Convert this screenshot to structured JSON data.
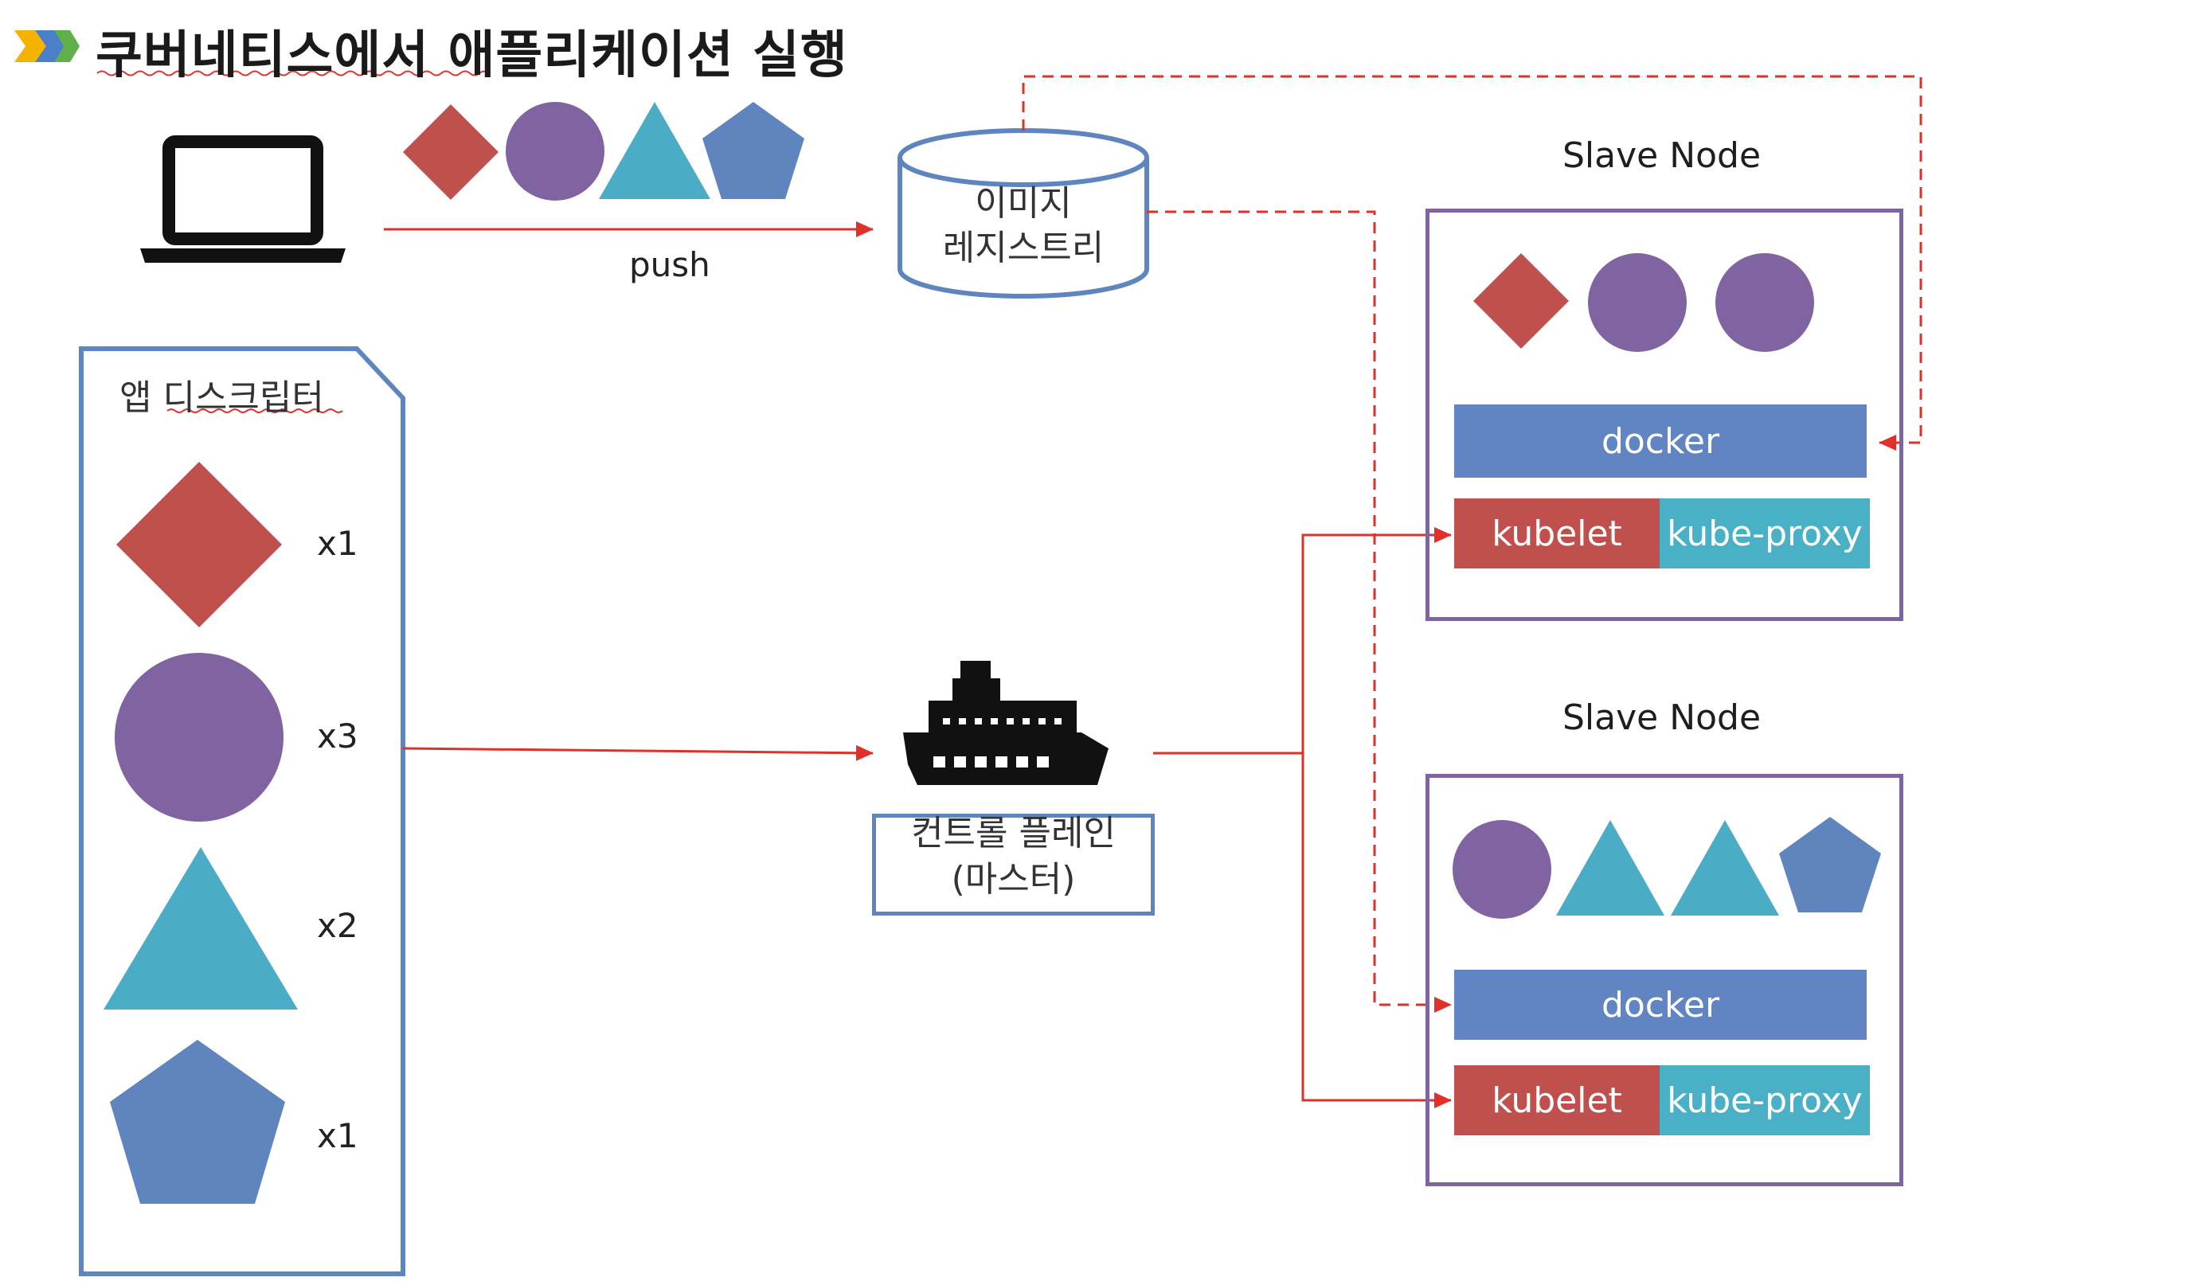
{
  "title": "쿠버네티스에서 애플리케이션 실행",
  "push_label": "push",
  "registry": {
    "line1": "이미지",
    "line2": "레지스트리"
  },
  "descriptor": {
    "title": "앱 디스크립터",
    "items": [
      {
        "shape": "diamond",
        "count": "x1"
      },
      {
        "shape": "circle",
        "count": "x3"
      },
      {
        "shape": "triangle",
        "count": "x2"
      },
      {
        "shape": "pentagon",
        "count": "x1"
      }
    ]
  },
  "control_plane": {
    "line1": "컨트롤 플레인",
    "line2": "(마스터)"
  },
  "nodes": [
    {
      "label": "Slave Node",
      "docker": "docker",
      "kubelet": "kubelet",
      "kube_proxy": "kube-proxy"
    },
    {
      "label": "Slave Node",
      "docker": "docker",
      "kubelet": "kubelet",
      "kube_proxy": "kube-proxy"
    }
  ],
  "colors": {
    "diamond": "#c0504d",
    "circle": "#8064a2",
    "triangle": "#4bacc6",
    "pentagon": "#5f85bf",
    "arrow": "#e0302a",
    "title_icon": "#f0b400"
  },
  "icons": {
    "laptop": "laptop-icon",
    "ship": "ship-icon",
    "registry": "database-icon"
  }
}
